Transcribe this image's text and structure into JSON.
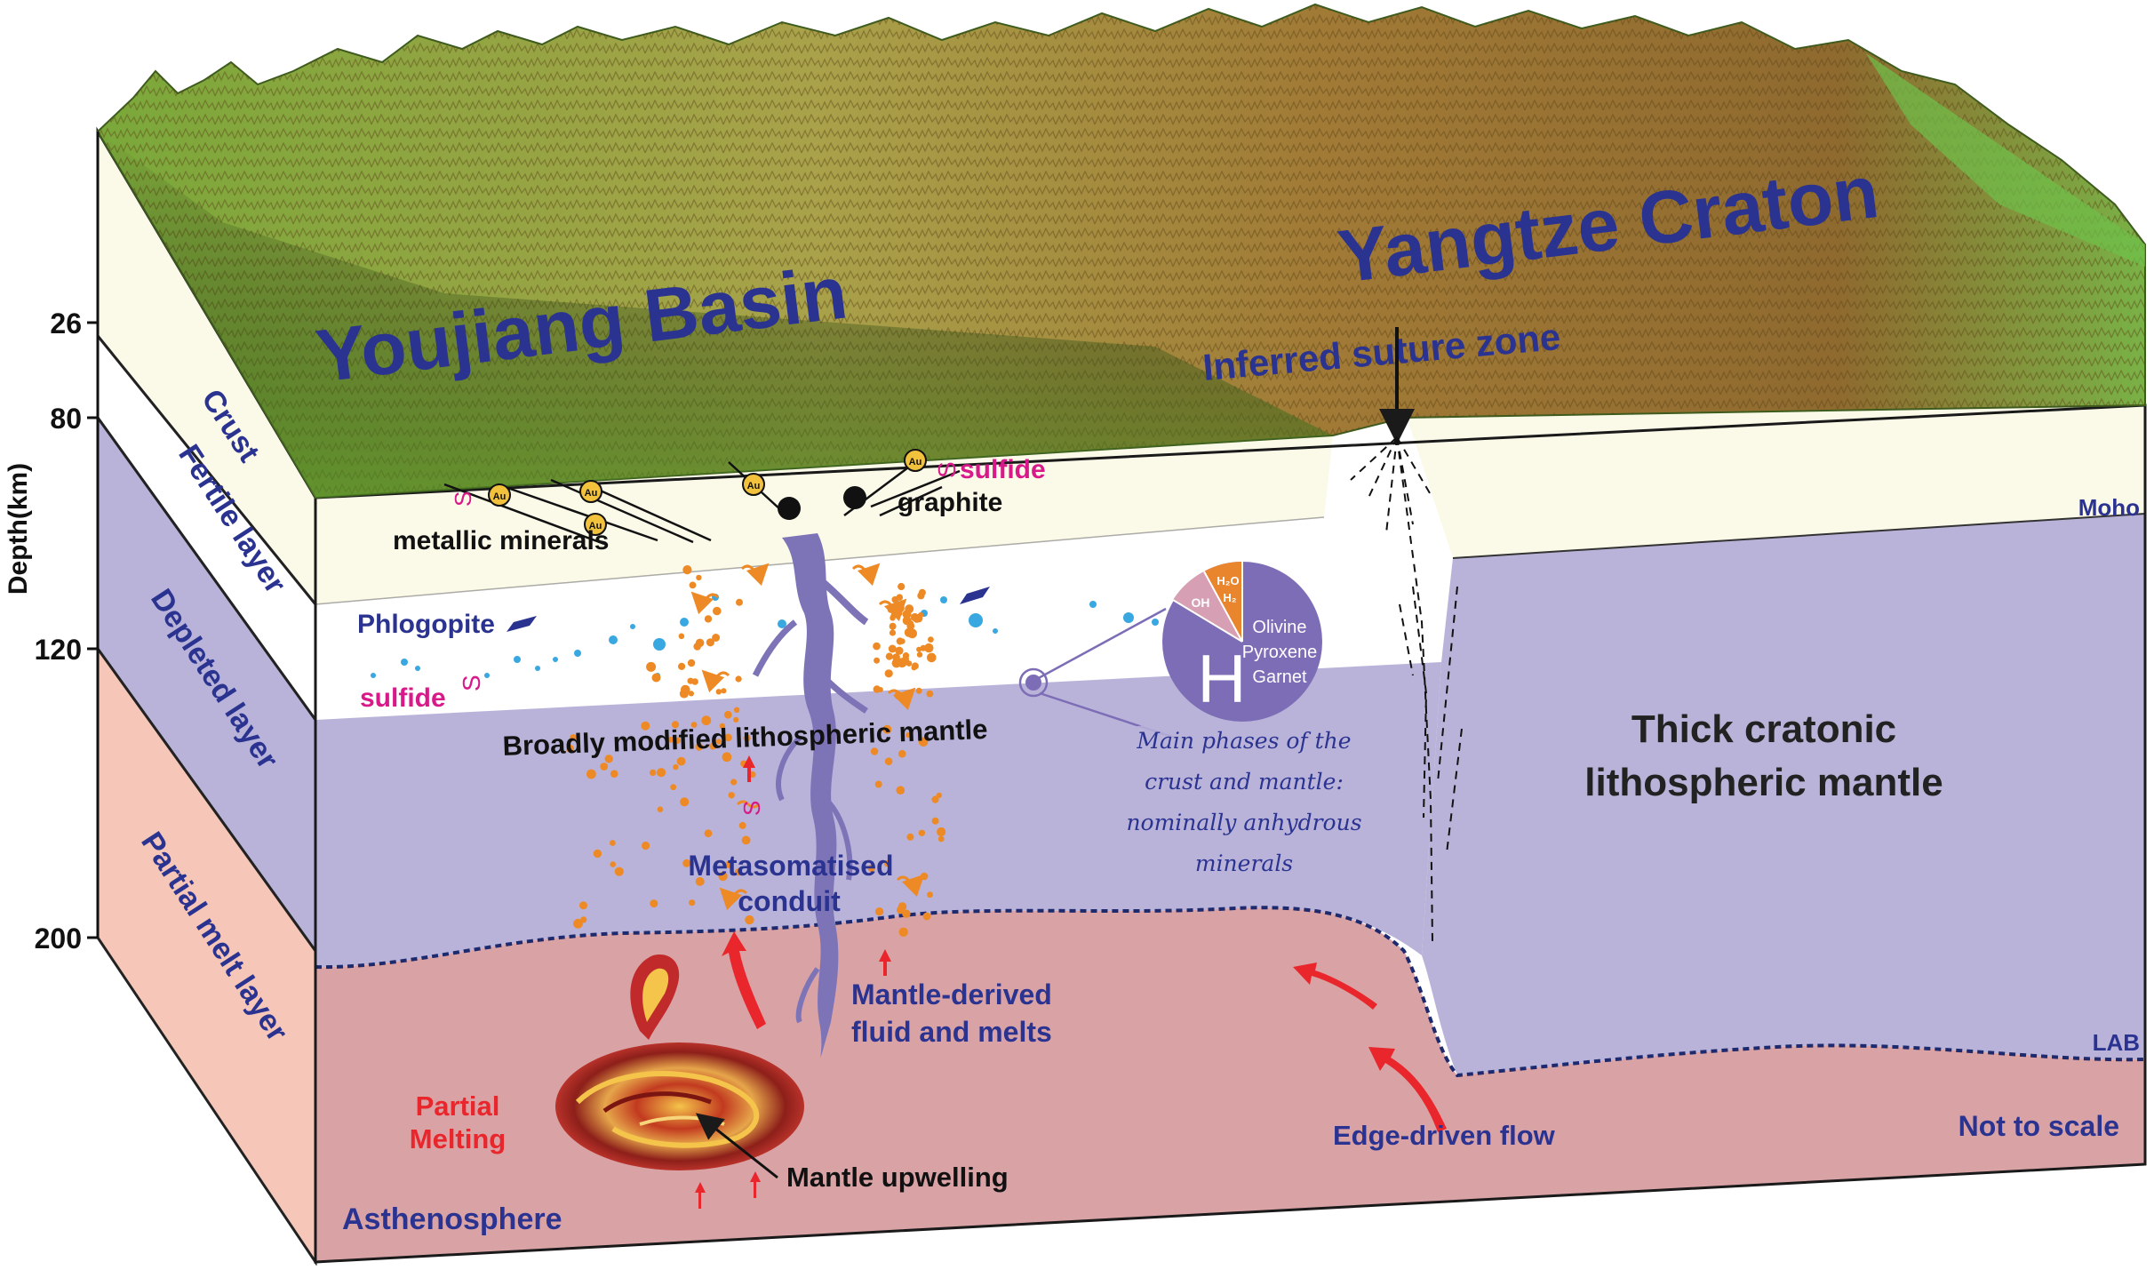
{
  "axis": {
    "label": "Depth(km)",
    "ticks": [
      "26",
      "80",
      "120",
      "200"
    ]
  },
  "side_layers": [
    "Crust",
    "Fertile layer",
    "Depleted layer",
    "Partial melt layer"
  ],
  "regions": {
    "left": "Youjiang Basin",
    "right": "Yangtze Craton",
    "suture": "Inferred suture  zone"
  },
  "labels": {
    "metallic_minerals": "metallic minerals",
    "graphite": "graphite",
    "sulfide_top": "sulfide",
    "sulfide_left": "sulfide",
    "phlogopite": "Phlogopite",
    "moho": "Moho",
    "lab": "LAB",
    "broadly_modified": "Broadly modified lithospheric mantle",
    "metasomatised": "Metasomatised",
    "conduit": "conduit",
    "mantle_fluids_1": "Mantle-derived",
    "mantle_fluids_2": "fluid and melts",
    "thick_1": "Thick cratonic",
    "thick_2": "lithospheric mantle",
    "partial_melting_1": "Partial",
    "partial_melting_2": "Melting",
    "mantle_upwelling": "Mantle upwelling",
    "asthenosphere": "Asthenosphere",
    "edge_flow": "Edge-driven flow",
    "not_to_scale": "Not to scale",
    "s_glyph": "S",
    "au": "Au"
  },
  "phase_note": [
    "Main phases of the",
    "crust and mantle:",
    "nominally anhydrous",
    "minerals"
  ],
  "pie": {
    "center": "H",
    "minerals": [
      "Olivine",
      "Pyroxene",
      "Garnet"
    ],
    "oh": "OH",
    "h2o": "H₂O",
    "h2": "H₂"
  },
  "colors": {
    "title_blue": "#2b3390",
    "crust": "#fbf9e8",
    "fertile": "#ffffff",
    "depleted": "#b9b3d9",
    "asthenosphere": "#d9a3a6",
    "side_melt": "#f6c7b8",
    "arrow_red": "#e8262b",
    "dot_orange": "#ee8a25",
    "sulfide_magenta": "#d8198a",
    "conduit": "#7d74b8",
    "pie_purple": "#7d6db6",
    "pie_orange": "#e9852d",
    "pie_pink": "#d79fb4"
  }
}
